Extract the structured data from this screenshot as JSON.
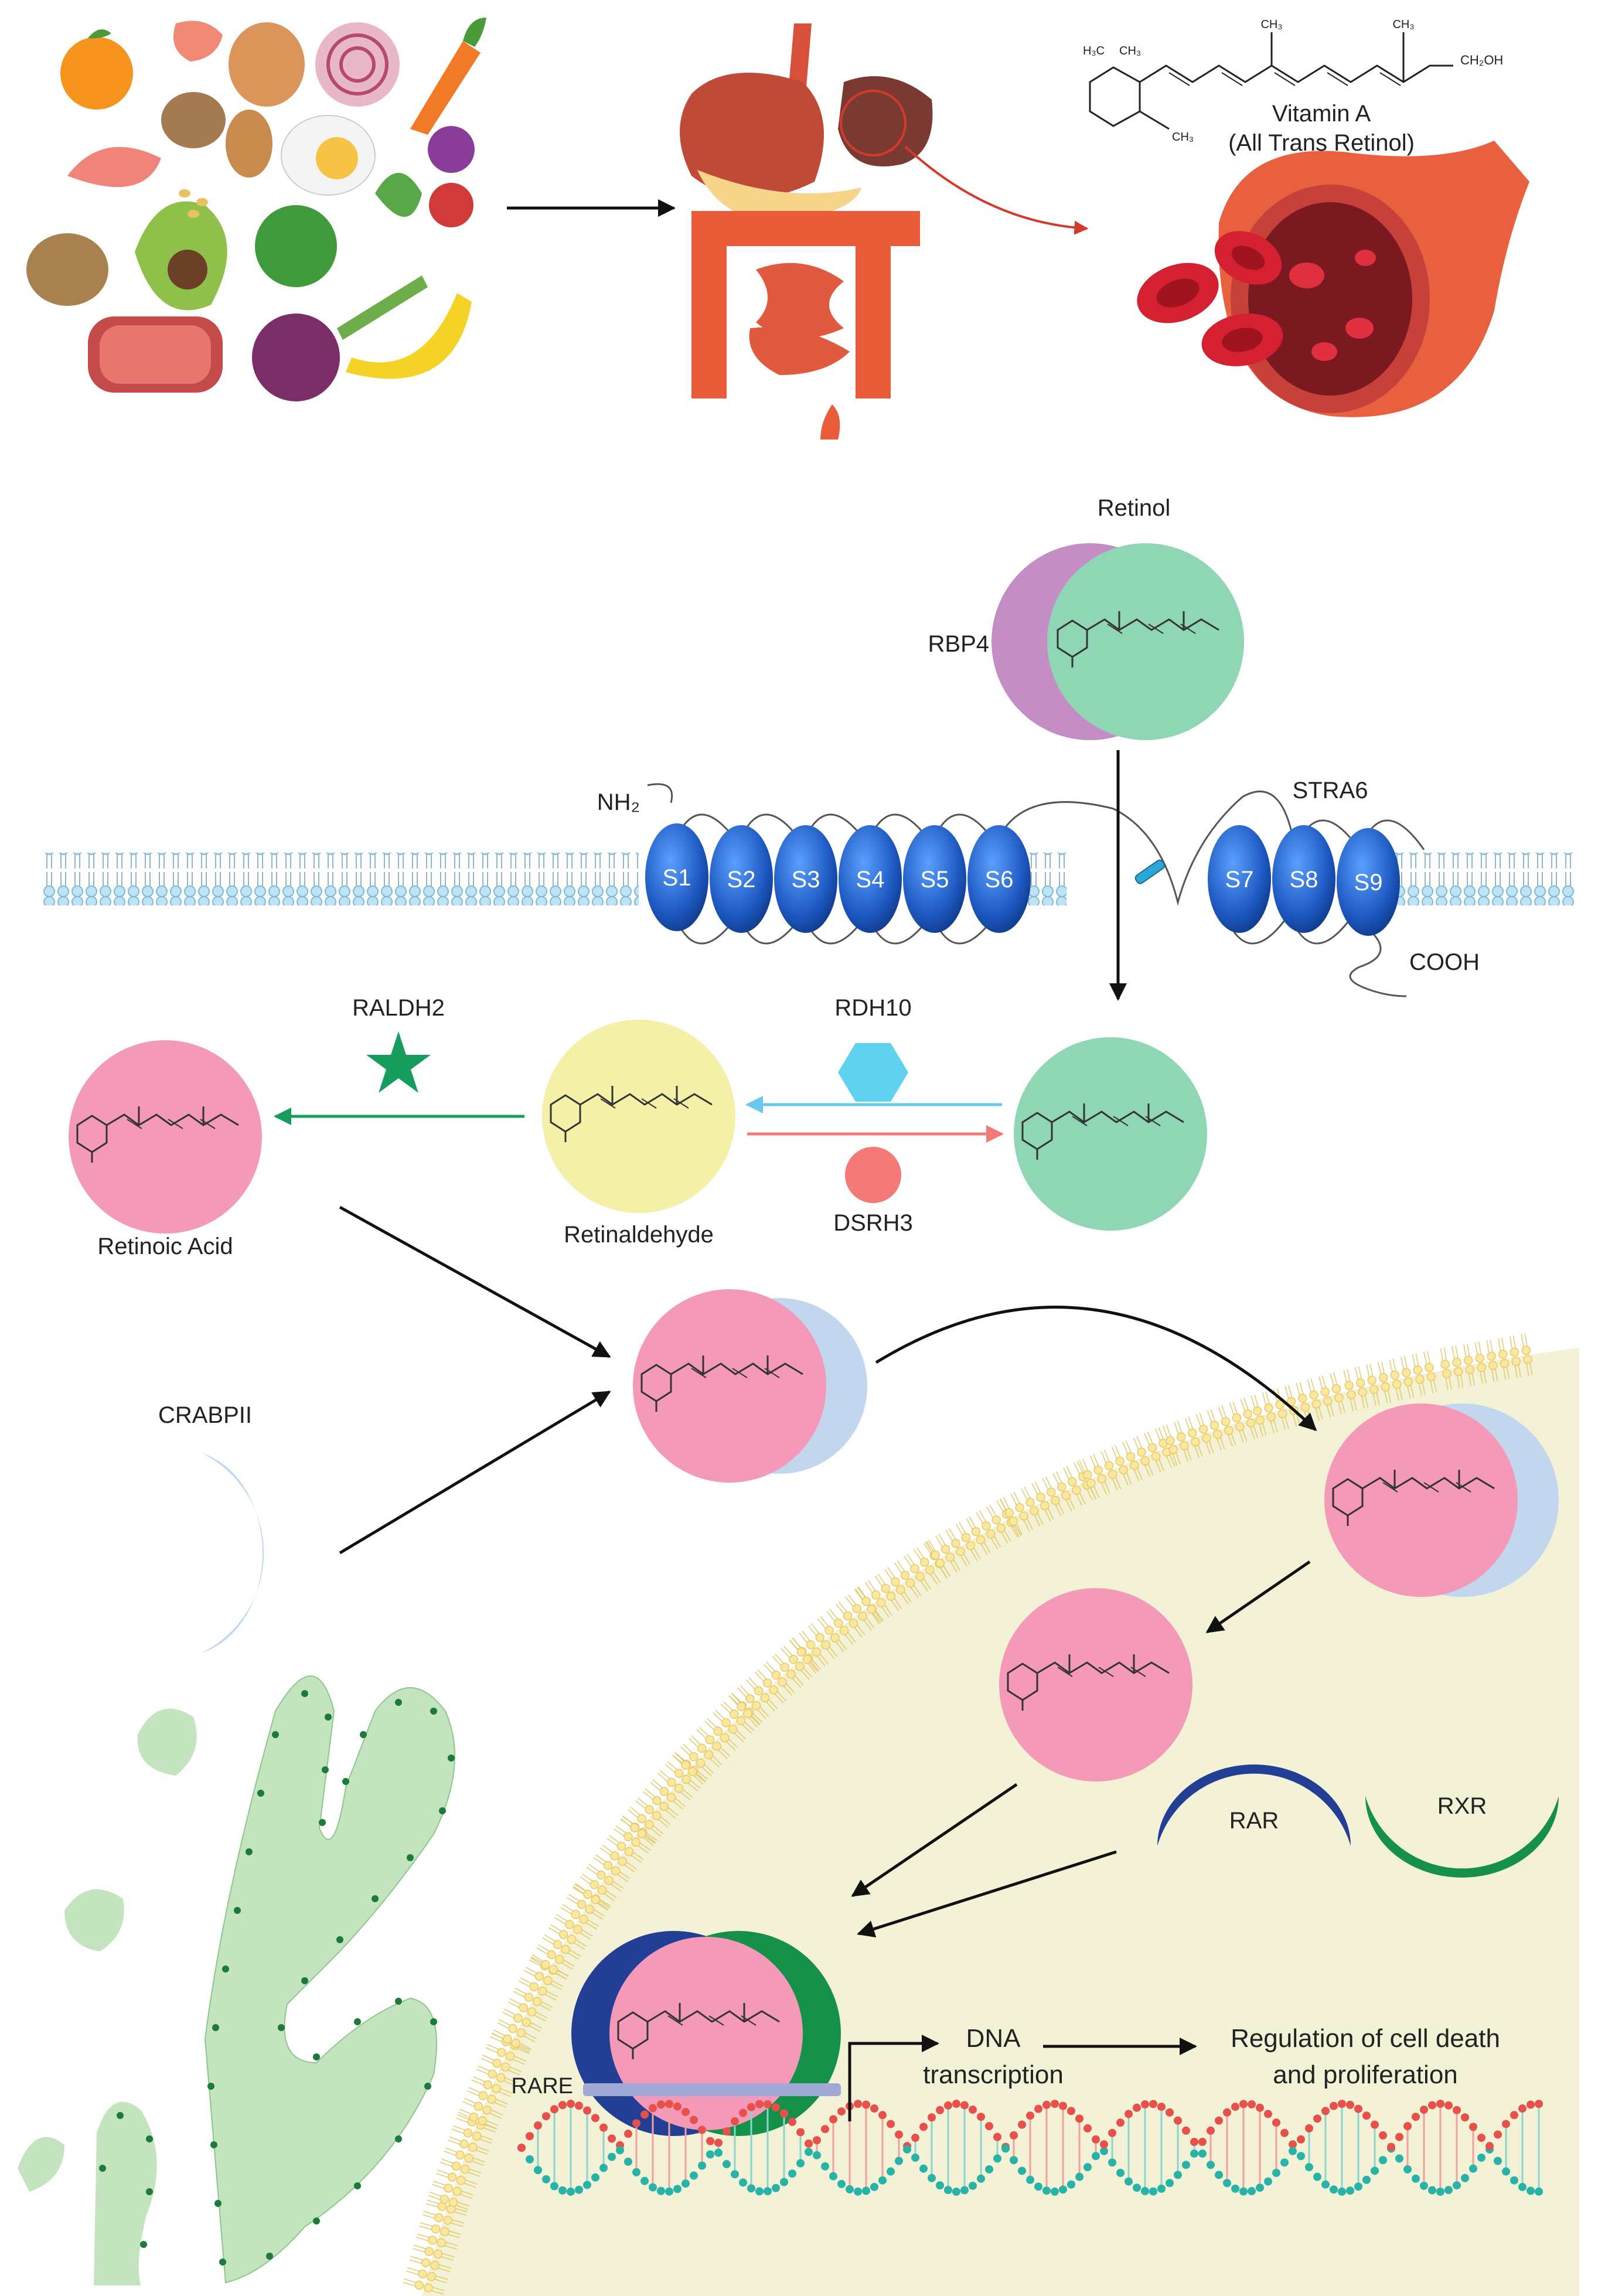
{
  "top": {
    "vitamin_title": "Vitamin A",
    "vitamin_subtitle": "(All Trans Retinol)",
    "struct_labels": {
      "methyl_a": "CH₃",
      "methyl_b": "CH₃",
      "ring_me_left": "H₃C",
      "ring_me_right": "CH₃",
      "ring_me_bottom": "CH₃",
      "end_group": "CH₂OH"
    }
  },
  "retinol": {
    "title": "Retinol",
    "carrier": "RBP4"
  },
  "membrane": {
    "n_term": "NH₂",
    "c_term": "COOH",
    "receptor": "STRA6",
    "segments": [
      "S1",
      "S2",
      "S3",
      "S4",
      "S5",
      "S6",
      "S7",
      "S8",
      "S9"
    ]
  },
  "conversion": {
    "raldh": "RALDH2",
    "rdh": "RDH10",
    "dhrs": "DSRH3",
    "retinoic_acid": "Retinoic Acid",
    "retinaldehyde": "Retinaldehyde"
  },
  "nucleus": {
    "crabp": "CRABPII",
    "rar": "RAR",
    "rxr": "RXR",
    "rare": "RARE",
    "dna_line1": "DNA",
    "dna_line2": "transcription",
    "regulation_line1": "Regulation of cell death",
    "regulation_line2": "and proliferation"
  },
  "colors": {
    "retinol": "#8fd6b4",
    "rbp4": "#c48dc4",
    "retinoic_acid": "#f49ab8",
    "retinaldehyde": "#f4f0a8",
    "crabp": "#c2d6ee",
    "rar": "#233f95",
    "rxr": "#149048",
    "stra6": "#2460c8",
    "rdh10": "#5ed2ee",
    "dhrs3": "#f47a78",
    "raldh2": "#169c5c",
    "nucleus": "#f3f1d6",
    "er": "#c4e4c0"
  }
}
